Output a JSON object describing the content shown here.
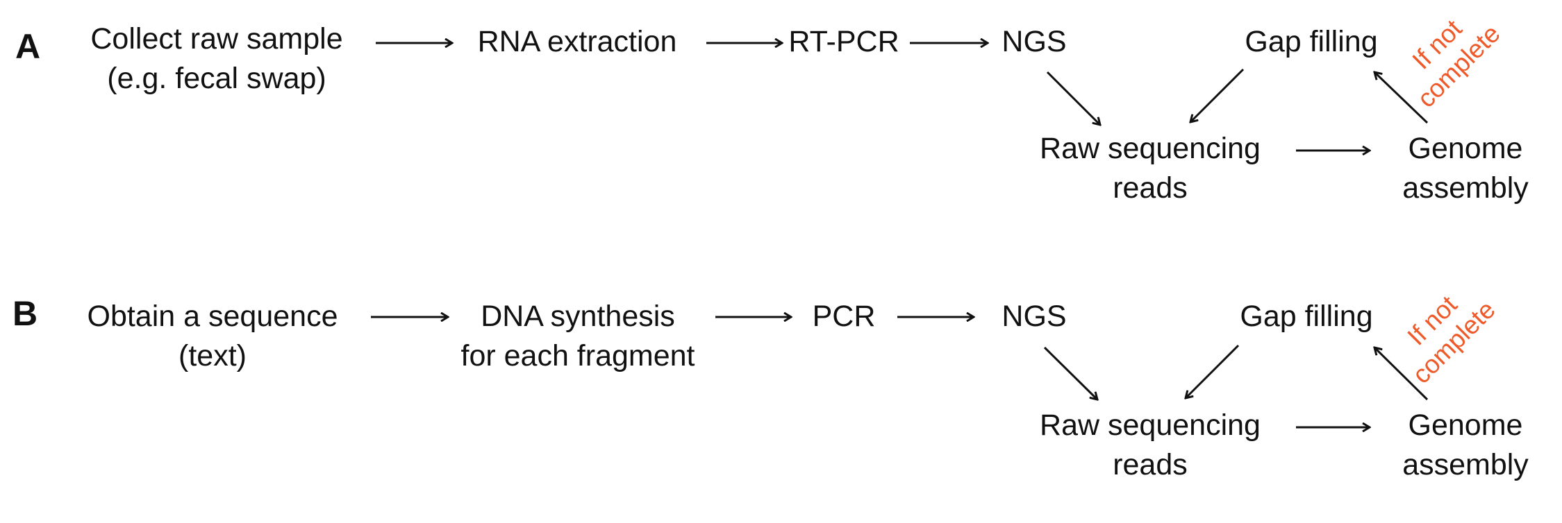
{
  "panels": [
    {
      "label": "A",
      "steps": [
        [
          "Collect raw sample",
          "(e.g. fecal swap)"
        ],
        [
          "RNA extraction"
        ],
        [
          "RT-PCR"
        ],
        [
          "NGS"
        ]
      ],
      "gap_filling": "Gap filling",
      "raw_reads": [
        "Raw sequencing",
        "reads"
      ],
      "assembly": [
        "Genome",
        "assembly"
      ],
      "condition": [
        "If not",
        "complete"
      ]
    },
    {
      "label": "B",
      "steps": [
        [
          "Obtain a sequence",
          "(text)"
        ],
        [
          "DNA synthesis",
          "for each fragment"
        ],
        [
          "PCR"
        ],
        [
          "NGS"
        ]
      ],
      "gap_filling": "Gap filling",
      "raw_reads": [
        "Raw sequencing",
        "reads"
      ],
      "assembly": [
        "Genome",
        "assembly"
      ],
      "condition": [
        "If not",
        "complete"
      ]
    }
  ],
  "colors": {
    "text": "#111111",
    "condition": "#EE5A2A"
  }
}
